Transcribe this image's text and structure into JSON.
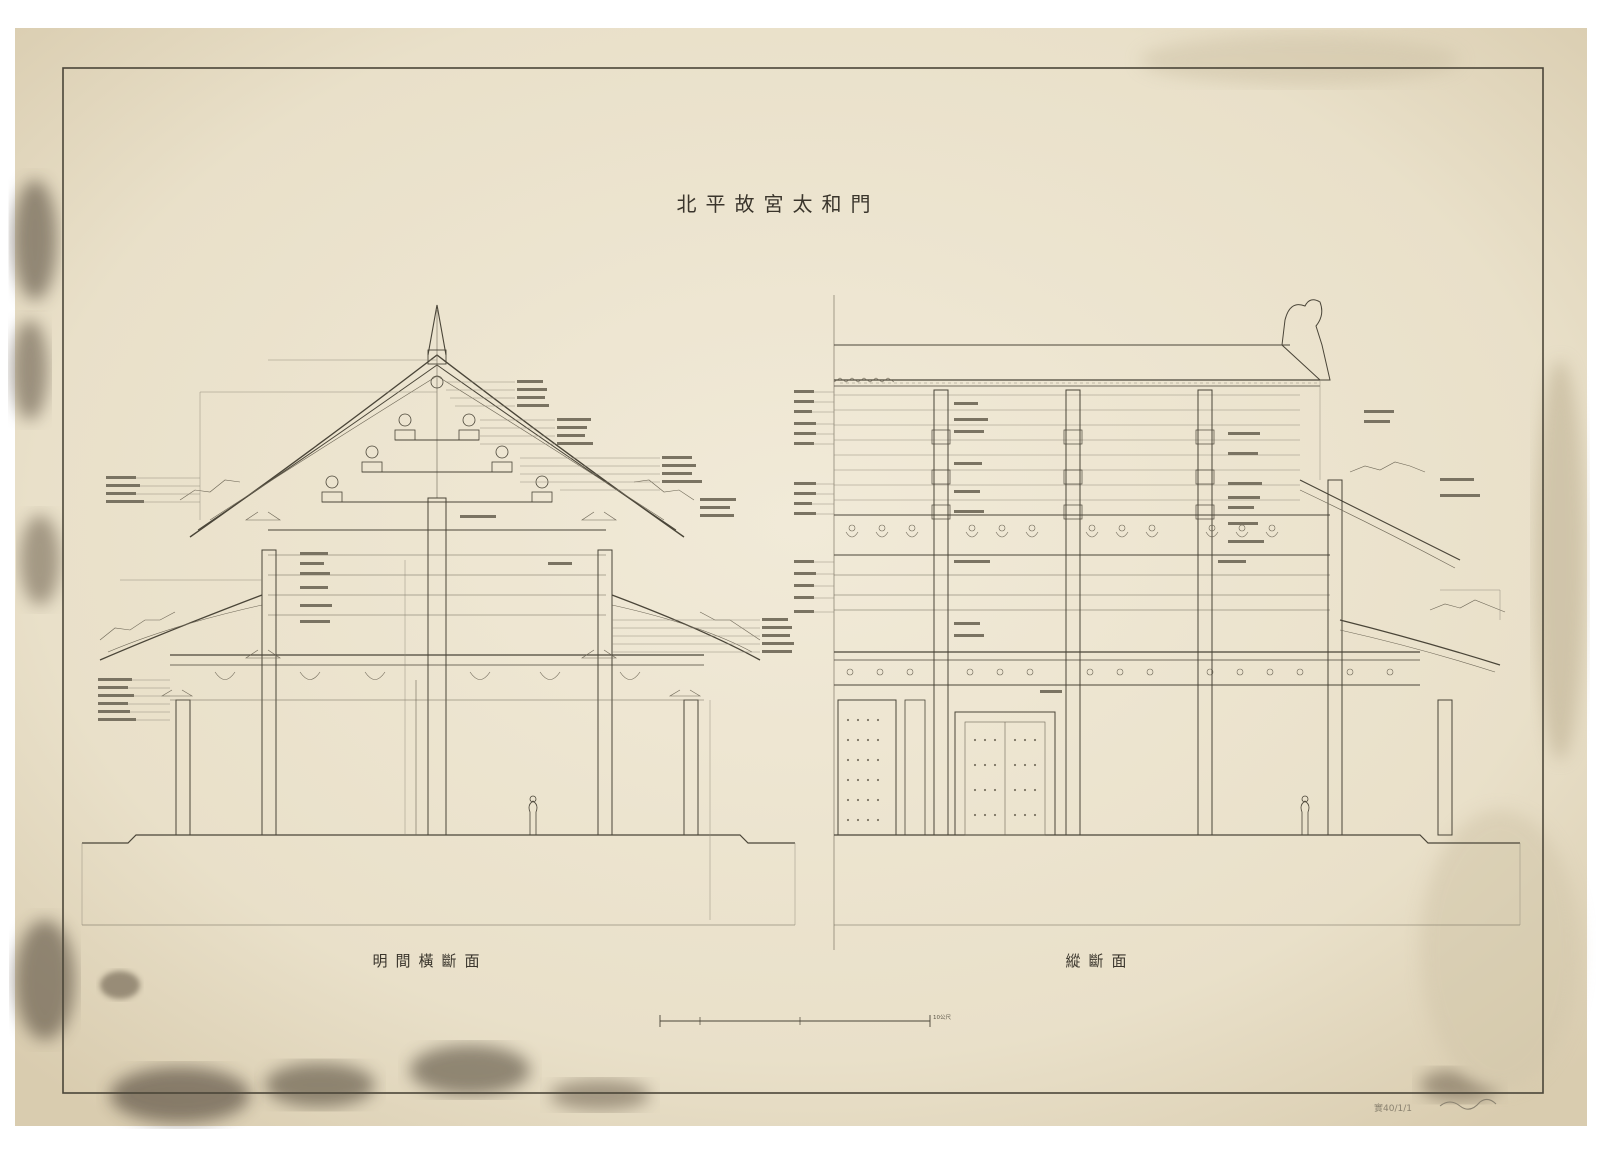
{
  "drawing": {
    "title": "北平故宮太和門",
    "captions": {
      "cross_section": "明間橫斷面",
      "longitudinal_section": "縱斷面"
    },
    "scale_bar_label": "10公尺",
    "archive_number": "實40/1/1"
  },
  "colors": {
    "paper": "#ece4cf",
    "ink": "#3a352c",
    "stain": "#5b5040"
  }
}
